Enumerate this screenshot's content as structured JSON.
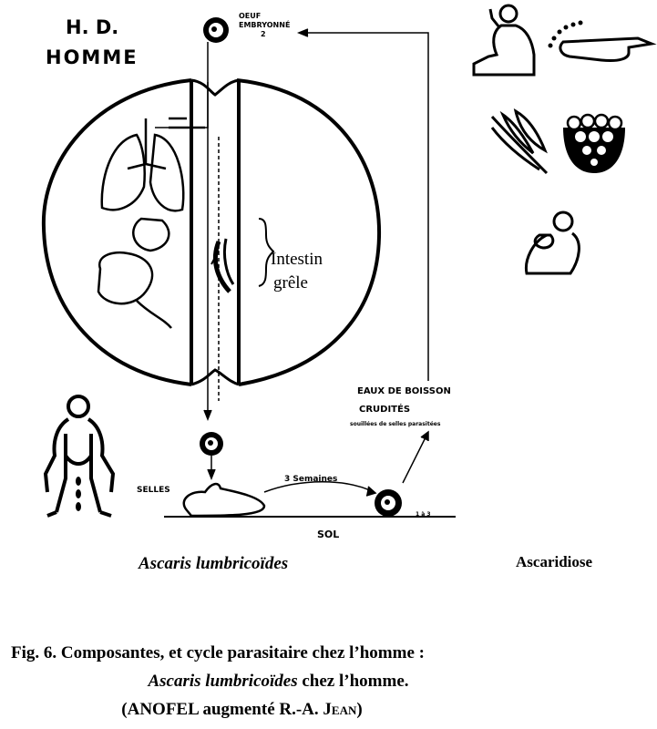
{
  "header": {
    "line1": "H. D.",
    "line2": "HOMME"
  },
  "labels": {
    "oeuf_line1": "OEUF",
    "oeuf_line2": "EMBRYONNÉ",
    "oeuf_line3": "2",
    "intestin_line1": "Intestin",
    "intestin_line2": "grêle",
    "eaux_line1": "EAUX DE BOISSON",
    "eaux_line2": "CRUDITÉS",
    "eaux_line3": "souillées de selles parasitées",
    "selles": "SELLES",
    "semaines": "3 Semaines",
    "sol": "SOL",
    "small_num": "1 à 3"
  },
  "titles": {
    "species": "Ascaris lumbricoïdes",
    "disease": "Ascaridiose"
  },
  "caption": {
    "line1": "Fig. 6. Composantes, et cycle parasitaire chez l’homme :",
    "line2_italic": "Ascaris lumbricoïdes",
    "line2_rest": " chez l’homme.",
    "line3_start": "(ANOFEL augmenté R.-A. ",
    "line3_sc": "Jean",
    "line3_end": ")"
  }
}
